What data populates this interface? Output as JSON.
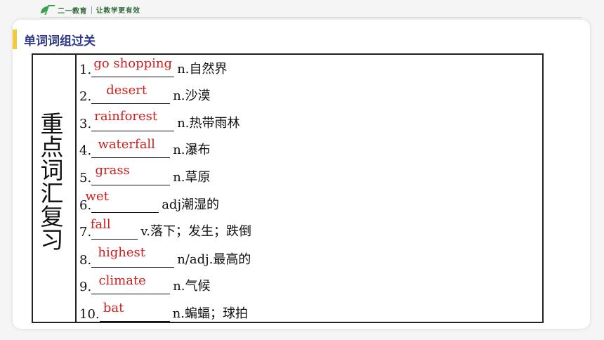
{
  "brand": {
    "name": "二一教育",
    "slogan": "让教学更有效"
  },
  "section": {
    "title": "单词词组过关"
  },
  "side_title": "重点词汇复习",
  "items": [
    {
      "num": "1.",
      "answer": "go shopping",
      "gloss": "n.自然界"
    },
    {
      "num": "2.",
      "answer": "desert",
      "gloss": "n.沙漠"
    },
    {
      "num": "3.",
      "answer": "rainforest",
      "gloss": "n.热带雨林"
    },
    {
      "num": "4.",
      "answer": "waterfall",
      "gloss": "n.瀑布"
    },
    {
      "num": "5.",
      "answer": "grass",
      "gloss": "n.草原"
    },
    {
      "num": "6.",
      "answer": "wet",
      "gloss": "adj潮湿的"
    },
    {
      "num": "7.",
      "answer": "fall",
      "gloss": "v.落下；发生；跌倒"
    },
    {
      "num": "8.",
      "answer": "highest",
      "gloss": "n/adj.最高的"
    },
    {
      "num": "9.",
      "answer": "climate",
      "gloss": "n.气候"
    },
    {
      "num": "10.",
      "answer": "bat",
      "gloss": "n.蝙蝠；球拍"
    }
  ],
  "colors": {
    "answer": "#d21e1e",
    "title": "#2d3a8c",
    "accent": "#f2cb3c"
  }
}
